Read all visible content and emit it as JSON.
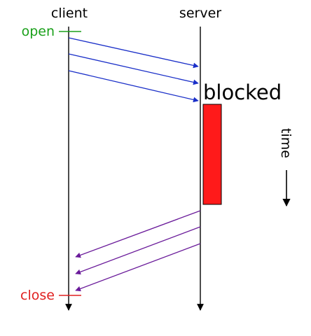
{
  "labels": {
    "client": "client",
    "server": "server",
    "open": "open",
    "close": "close",
    "blocked": "blocked",
    "time": "time"
  },
  "colors": {
    "open": "#1aa01a",
    "close": "#e02020",
    "request_arrow": "#1a2fc8",
    "response_arrow": "#6a1b9a",
    "blocked_box": "#ff1a1a",
    "line": "#000000"
  }
}
